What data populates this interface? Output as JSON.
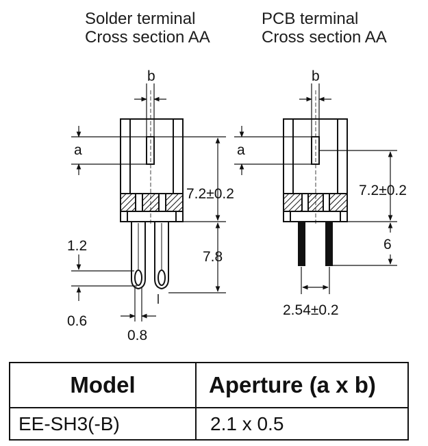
{
  "titles": {
    "left_line1": "Solder terminal",
    "left_line2": "Cross section AA",
    "right_line1": "PCB terminal",
    "right_line2": "Cross section AA"
  },
  "dimensions": {
    "b": "b",
    "a": "a",
    "height_body": "7.2±0.2",
    "solder_lead_length": "7.8",
    "solder_lead_width": "1.2",
    "solder_lead_thick": "0.6",
    "solder_lead_pitch": "0.8",
    "pcb_lead_length": "6",
    "pcb_pitch": "2.54±0.2"
  },
  "table": {
    "headers": [
      "Model",
      "Aperture (a x b)"
    ],
    "rows": [
      [
        "EE-SH3(-B)",
        "2.1 x 0.5"
      ]
    ]
  }
}
